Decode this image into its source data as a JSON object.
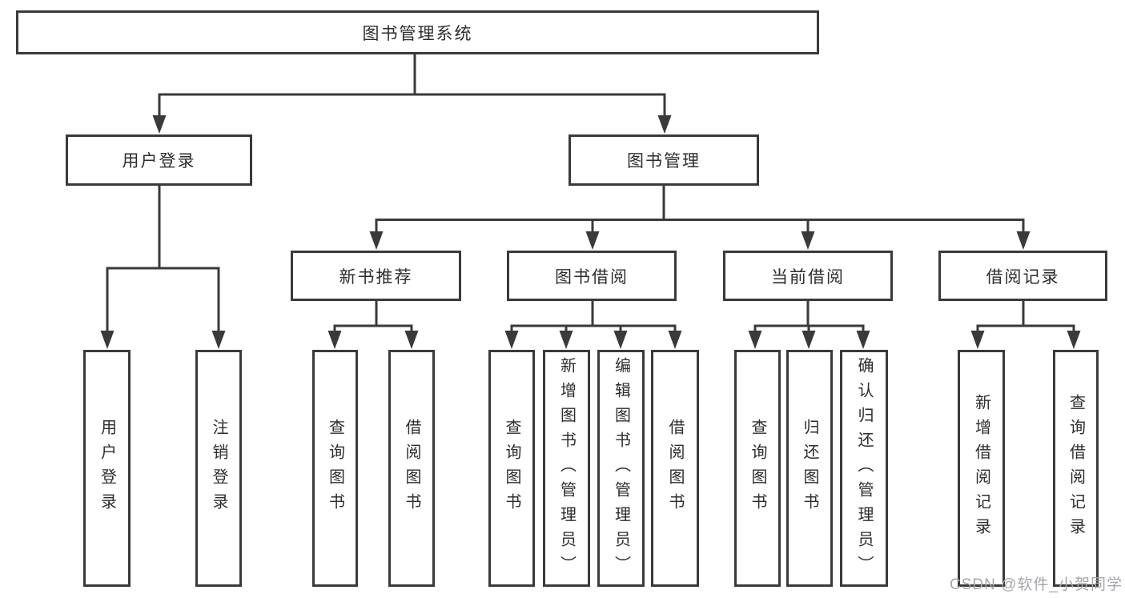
{
  "watermark": {
    "text": "CSDN @软件_小贺同学",
    "color": "#a6a6ab"
  },
  "colors": {
    "line": "#3a3a3a",
    "box_border": "#3a3a3a",
    "text": "#2d2d2d",
    "background": "#ffffff"
  },
  "diagram": {
    "root": {
      "label": "图书管理系统"
    },
    "branches": [
      {
        "label": "用户登录",
        "children": [
          "用户登录",
          "注销登录"
        ]
      },
      {
        "label": "图书管理",
        "groups": [
          {
            "label": "新书推荐",
            "children": [
              "查询图书",
              "借阅图书"
            ]
          },
          {
            "label": "图书借阅",
            "children": [
              "查询图书",
              "新增图书（管理员）",
              "编辑图书（管理员）",
              "借阅图书"
            ]
          },
          {
            "label": "当前借阅",
            "children": [
              "查询图书",
              "归还图书",
              "确认归还（管理员）"
            ]
          },
          {
            "label": "借阅记录",
            "children": [
              "新增借阅记录",
              "查询借阅记录"
            ]
          }
        ]
      }
    ]
  }
}
